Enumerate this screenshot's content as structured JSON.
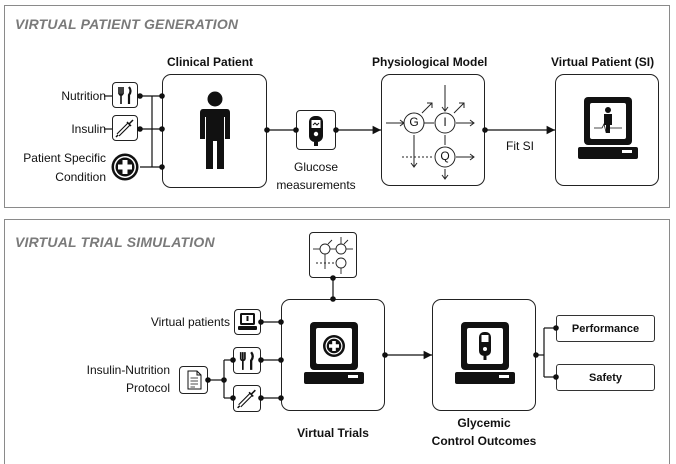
{
  "top_panel": {
    "title": "VIRTUAL PATIENT GENERATION",
    "inputs": [
      "Nutrition",
      "Insulin",
      "Patient Specific",
      "Condition"
    ],
    "clinical_patient": "Clinical Patient",
    "glucose_measure_1": "Glucose",
    "glucose_measure_2": "measurements",
    "physiological_model": "Physiological Model",
    "model_nodes": [
      "G",
      "I",
      "Q"
    ],
    "fit_label": "Fit SI",
    "virtual_patient": "Virtual Patient (SI)"
  },
  "bottom_panel": {
    "title": "VIRTUAL TRIAL SIMULATION",
    "virtual_patients": "Virtual patients",
    "protocol_1": "Insulin-Nutrition",
    "protocol_2": "Protocol",
    "virtual_trials": "Virtual Trials",
    "outcomes_1": "Glycemic",
    "outcomes_2": "Control Outcomes",
    "outputs": [
      "Performance",
      "Safety"
    ]
  },
  "icons": [
    "utensils-icon",
    "syringe-icon",
    "medical-cross-icon",
    "person-icon",
    "glucometer-icon",
    "computer-icon",
    "document-icon",
    "model-diagram-icon"
  ]
}
